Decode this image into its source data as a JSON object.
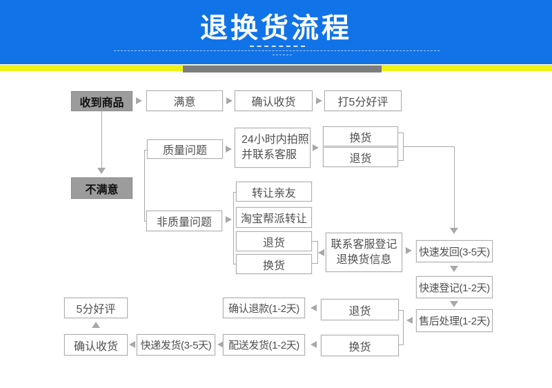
{
  "title": "退换货流程",
  "colors": {
    "header_bg": "#1173e8",
    "stripe_yellow": "#eff312",
    "stripe_gray": "#7d7d7d",
    "node_gray_bg": "#9c9c9c",
    "node_border": "#b0b0b0",
    "node_text": "#4f4f4f",
    "connector": "#a8a8a8"
  },
  "nodes": {
    "received": {
      "label": "收到商品"
    },
    "satisfied": {
      "label": "满意"
    },
    "confirm_receive_top": {
      "label": "确认收货"
    },
    "rate_5star": {
      "label": "打5分好评"
    },
    "unsatisfied": {
      "label": "不满意"
    },
    "quality_issue": {
      "label": "质量问题"
    },
    "photo_24h": {
      "line1": "24小时内拍照",
      "line2": "并联系客服"
    },
    "exchange_q": {
      "label": "换货"
    },
    "return_q": {
      "label": "退货"
    },
    "non_quality_issue": {
      "label": "非质量问题"
    },
    "transfer_friends": {
      "label": "转让亲友"
    },
    "taobao_transfer": {
      "label": "淘宝帮派转让"
    },
    "return_nq": {
      "label": "退货"
    },
    "exchange_nq": {
      "label": "换货"
    },
    "contact_cs": {
      "line1": "联系客服登记",
      "line2": "退换货信息"
    },
    "fast_sendback": {
      "label": "快速发回(3-5天)"
    },
    "fast_register": {
      "label": "快速登记(1-2天)"
    },
    "aftersale": {
      "label": "售后处理(1-2天)"
    },
    "star5": {
      "label": "5分好评"
    },
    "confirm_refund": {
      "label": "确认退款(1-2天)"
    },
    "return_bottom": {
      "label": "退货"
    },
    "confirm_receive_bottom": {
      "label": "确认收货"
    },
    "express_ship": {
      "label": "快递发货(3-5天)"
    },
    "delivery_ship": {
      "label": "配送发货(1-2天)"
    },
    "exchange_bottom": {
      "label": "换货"
    }
  }
}
